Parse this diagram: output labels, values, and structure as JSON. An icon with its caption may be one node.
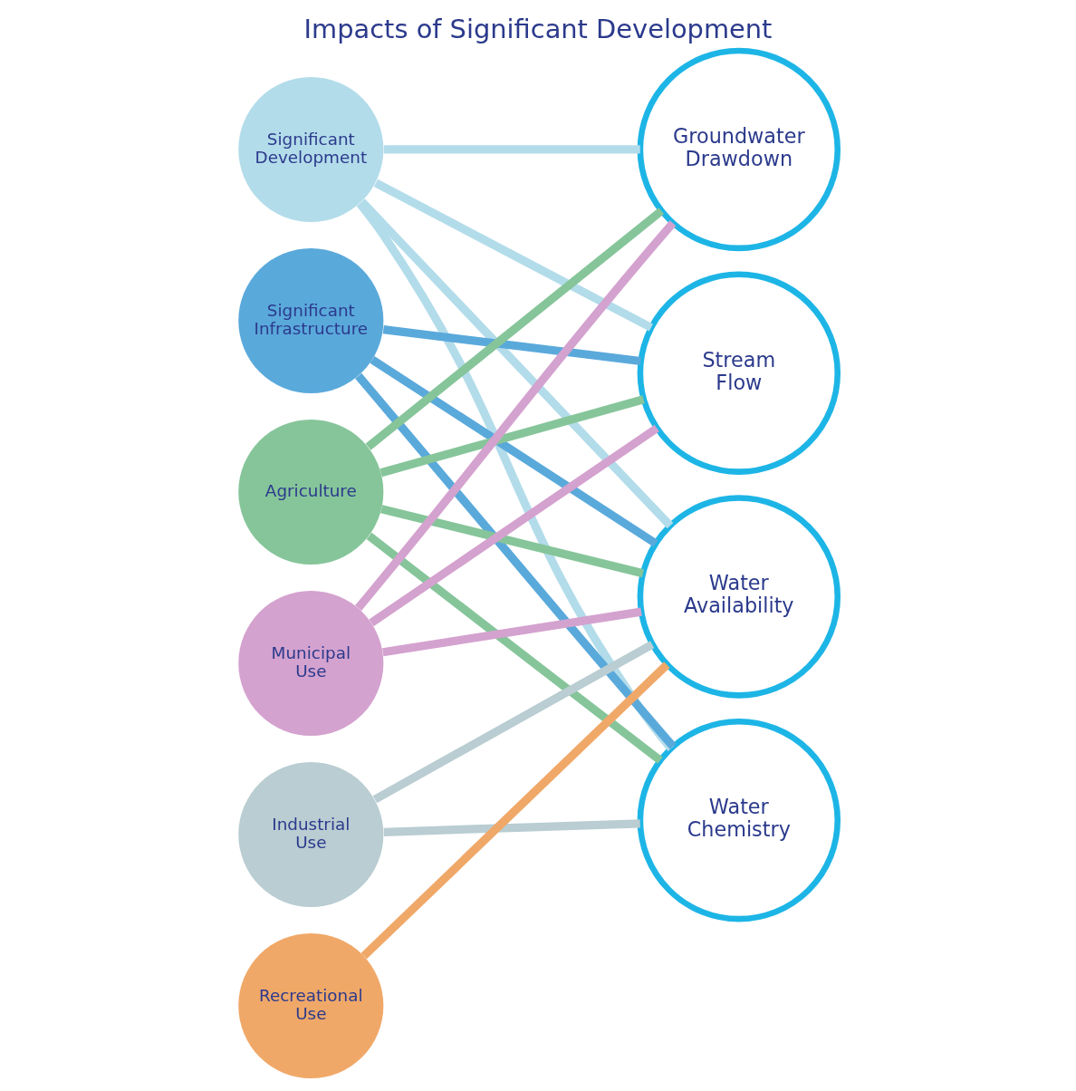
{
  "diagram": {
    "title": "Impacts of Significant Development",
    "nodes": [
      {
        "text": [
          "Significant Development"
        ]
      },
      {
        "text": [
          "Significant Infrastructure"
        ]
      },
      {
        "text": [
          "Agriculture"
        ]
      },
      {
        "text": [
          "Municipal Use"
        ]
      },
      {
        "text": [
          "Industrial Use"
        ]
      },
      {
        "text": [
          "Recreational Use"
        ]
      },
      {
        "text": [
          "Groundwater Drawdown"
        ]
      },
      {
        "text": [
          "Stream Flow"
        ]
      },
      {
        "text": [
          "Water Availability"
        ]
      },
      {
        "text": [
          "Water Chemistry"
        ]
      }
    ],
    "edges": [
      {
        "from": 0,
        "to": 6,
        "arrow": "none",
        "color": "#b3dcea"
      },
      {
        "from": 0,
        "to": 7,
        "arrow": "none",
        "color": "#b3dcea"
      },
      {
        "from": 0,
        "to": 8,
        "arrow": "none",
        "color": "#b3dcea"
      },
      {
        "from": 0,
        "to": 9,
        "arrow": "none",
        "color": "#b3dcea"
      },
      {
        "from": 1,
        "to": 7,
        "arrow": "none",
        "color": "#5aa9db"
      },
      {
        "from": 1,
        "to": 8,
        "arrow": "none",
        "color": "#5aa9db"
      },
      {
        "from": 1,
        "to": 9,
        "arrow": "none",
        "color": "#5aa9db"
      },
      {
        "from": 2,
        "to": 6,
        "arrow": "none",
        "color": "#86c59a"
      },
      {
        "from": 2,
        "to": 7,
        "arrow": "none",
        "color": "#86c59a"
      },
      {
        "from": 2,
        "to": 8,
        "arrow": "none",
        "color": "#86c59a"
      },
      {
        "from": 2,
        "to": 9,
        "arrow": "none",
        "color": "#86c59a"
      },
      {
        "from": 3,
        "to": 6,
        "arrow": "none",
        "color": "#d4a2cf"
      },
      {
        "from": 3,
        "to": 7,
        "arrow": "none",
        "color": "#d4a2cf"
      },
      {
        "from": 3,
        "to": 8,
        "arrow": "none",
        "color": "#d4a2cf"
      },
      {
        "from": 4,
        "to": 8,
        "arrow": "none",
        "color": "#b9cdd2"
      },
      {
        "from": 4,
        "to": 9,
        "arrow": "none",
        "color": "#b9cdd2"
      },
      {
        "from": 5,
        "to": 8,
        "arrow": "none",
        "color": "#f0a868"
      }
    ]
  }
}
